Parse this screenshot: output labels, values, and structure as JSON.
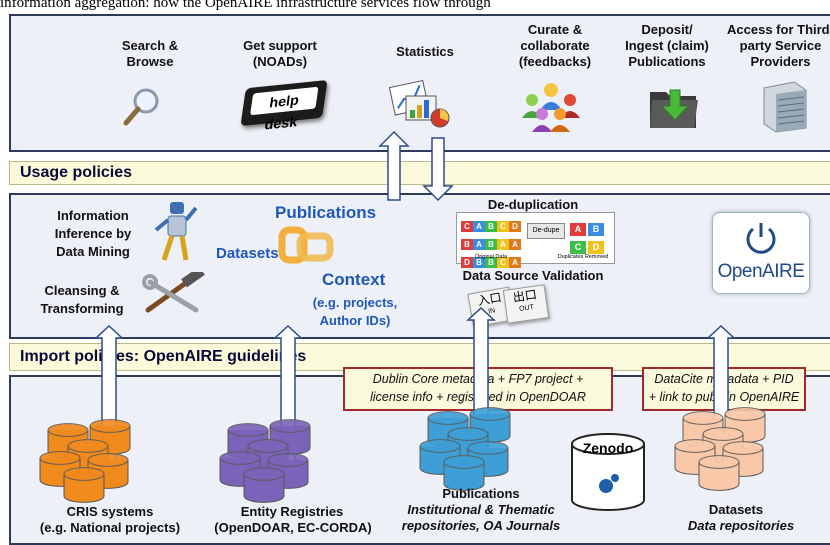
{
  "top_caption": "information aggregation: how the OpenAIRE infrastructure services flow through",
  "top_services": [
    {
      "label": "Search &\nBrowse",
      "icon": "magnifier-icon"
    },
    {
      "label": "Get support\n(NOADs)",
      "icon": "helpdesk-keyboard-icon",
      "icon_text": "help desk"
    },
    {
      "label": "Statistics",
      "icon": "charts-icon"
    },
    {
      "label": "Curate &\ncollaborate\n(feedbacks)",
      "icon": "people-group-icon"
    },
    {
      "label": "Deposit/\nIngest (claim)\nPublications",
      "icon": "folder-download-icon"
    },
    {
      "label": "Access for Third-\nparty Service\nProviders",
      "icon": "server-building-icon"
    }
  ],
  "usage_policies": "Usage policies",
  "import_policies": "Import policies: OpenAIRE guidelines",
  "middle": {
    "information_inference": "Information\nInference by\nData Mining",
    "cleansing": "Cleansing &\nTransforming",
    "publications": "Publications",
    "datasets": "Datasets",
    "context": "Context",
    "context_sub": "(e.g. projects,\nAuthor IDs)",
    "deduplication": "De-duplication",
    "dedup_figure": {
      "grid_letters": [
        "C",
        "A",
        "B",
        "C",
        "D",
        "B",
        "A",
        "B",
        "A",
        "A",
        "D",
        "B",
        "B",
        "C",
        "A"
      ],
      "arrow_label": "De-dupe",
      "result_letters": [
        "A",
        "B",
        "C",
        "D"
      ],
      "caption_left": "Original Data",
      "caption_right": "Duplicates Removed"
    },
    "validation": "Data Source Validation",
    "validation_cards": [
      "入口",
      "出口"
    ],
    "validation_card_labels": [
      "IN",
      "OUT"
    ],
    "logo_text": "OpenAIRE"
  },
  "red_boxes": [
    "Dublin Core metadata + FP7 project +\nlicense info + registered in OpenDOAR",
    "DataCite metadata + PID\n+ link to pubs in OpenAIRE"
  ],
  "sources": [
    {
      "label": "CRIS systems",
      "sub": "(e.g. National projects)",
      "color": "#f08a1c"
    },
    {
      "label": "Entity Registries",
      "sub": "(OpenDOAR, EC-CORDA)",
      "color": "#7a63b8"
    },
    {
      "label": "Publications",
      "sub": "Institutional & Thematic\nrepositories, OA Journals",
      "color": "#3d9fd6"
    },
    {
      "label": "Zenodo",
      "sub": "",
      "color": "#ffffff"
    },
    {
      "label": "Datasets",
      "sub": "Data repositories",
      "color": "#f8c8a8"
    }
  ]
}
